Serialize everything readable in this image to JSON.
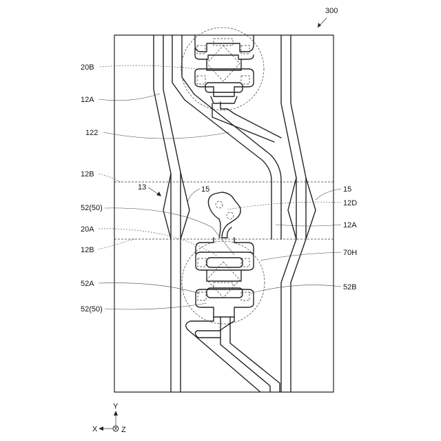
{
  "figure_ref": "300",
  "labels": {
    "l20B": "20B",
    "l12A_left": "12A",
    "l122": "122",
    "l12B_top": "12B",
    "l13": "13",
    "l15_left": "15",
    "l15_right": "15",
    "l12D": "12D",
    "l52_50_top": "52(50)",
    "l12A_right": "12A",
    "l20A": "20A",
    "l12B_bottom": "12B",
    "l70H": "70H",
    "l52A": "52A",
    "l52B": "52B",
    "l52_50_bottom": "52(50)"
  },
  "axes": {
    "y": "Y",
    "x": "X",
    "z": "Z"
  }
}
